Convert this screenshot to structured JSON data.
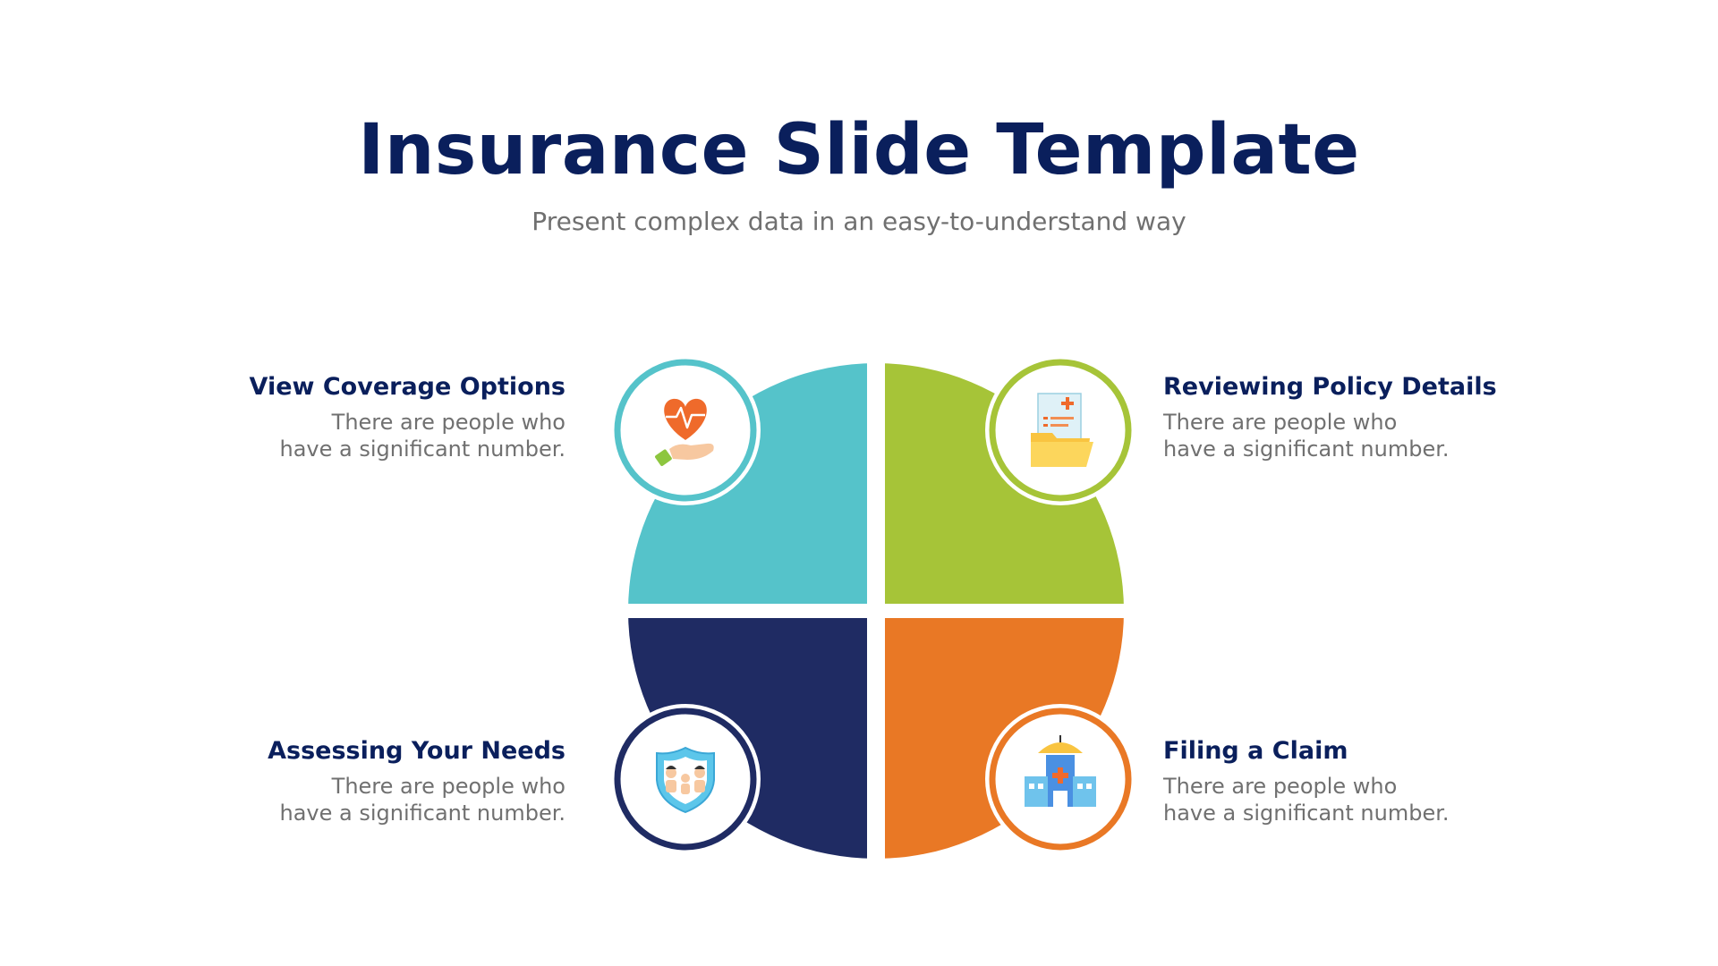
{
  "header": {
    "title": "Insurance Slide Template",
    "subtitle": "Present complex data in an easy-to-understand way"
  },
  "colors": {
    "title": "#0a1f5c",
    "text_gray": "#707070",
    "teal": "#55c3ca",
    "green": "#a6c438",
    "navy": "#1f2b63",
    "orange": "#e97825"
  },
  "quadrants": [
    {
      "position": "top-left",
      "color": "#55c3ca",
      "icon": "heart-in-hand-icon",
      "title": "View Coverage Options",
      "desc_line1": "There are people who",
      "desc_line2": "have a significant number."
    },
    {
      "position": "top-right",
      "color": "#a6c438",
      "icon": "policy-document-folder-icon",
      "title": "Reviewing Policy Details",
      "desc_line1": "There are people who",
      "desc_line2": "have a significant number."
    },
    {
      "position": "bottom-left",
      "color": "#1f2b63",
      "icon": "family-shield-icon",
      "title": "Assessing Your Needs",
      "desc_line1": "There are people who",
      "desc_line2": "have a significant number."
    },
    {
      "position": "bottom-right",
      "color": "#e97825",
      "icon": "hospital-umbrella-icon",
      "title": "Filing a Claim",
      "desc_line1": "There are people who",
      "desc_line2": "have a significant number."
    }
  ]
}
